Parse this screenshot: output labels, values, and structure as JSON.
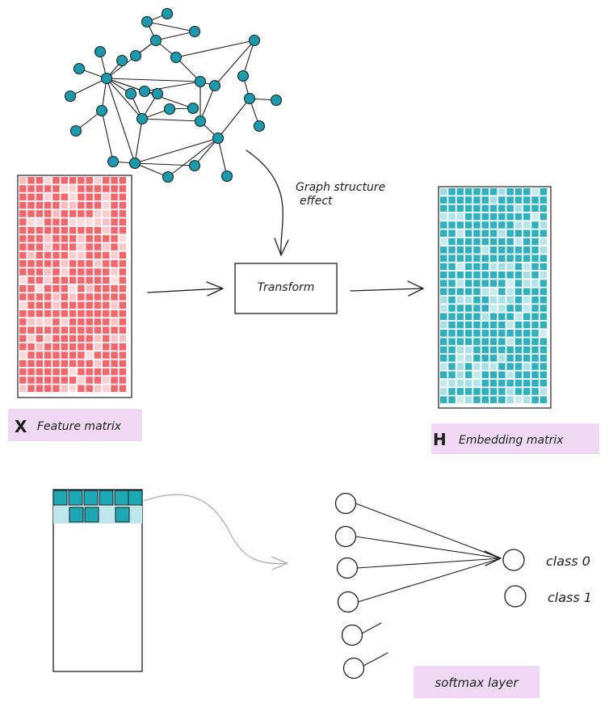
{
  "colors": {
    "feature": "#f05a5e",
    "feature_light": "#f6a3a5",
    "embedding": "#1ea8b6",
    "embedding_light": "#7fd0d8",
    "highlight": "#efd9f4",
    "node": "#1c9aab"
  },
  "labels": {
    "graph_effect_line1": "Graph structure",
    "graph_effect_line2": "effect",
    "transform": "Transform",
    "feature_symbol": "X",
    "feature_name": "Feature matrix",
    "embedding_symbol": "H",
    "embedding_name": "Embedding matrix",
    "class0": "class 0",
    "class1": "class 1",
    "softmax": "softmax layer"
  }
}
